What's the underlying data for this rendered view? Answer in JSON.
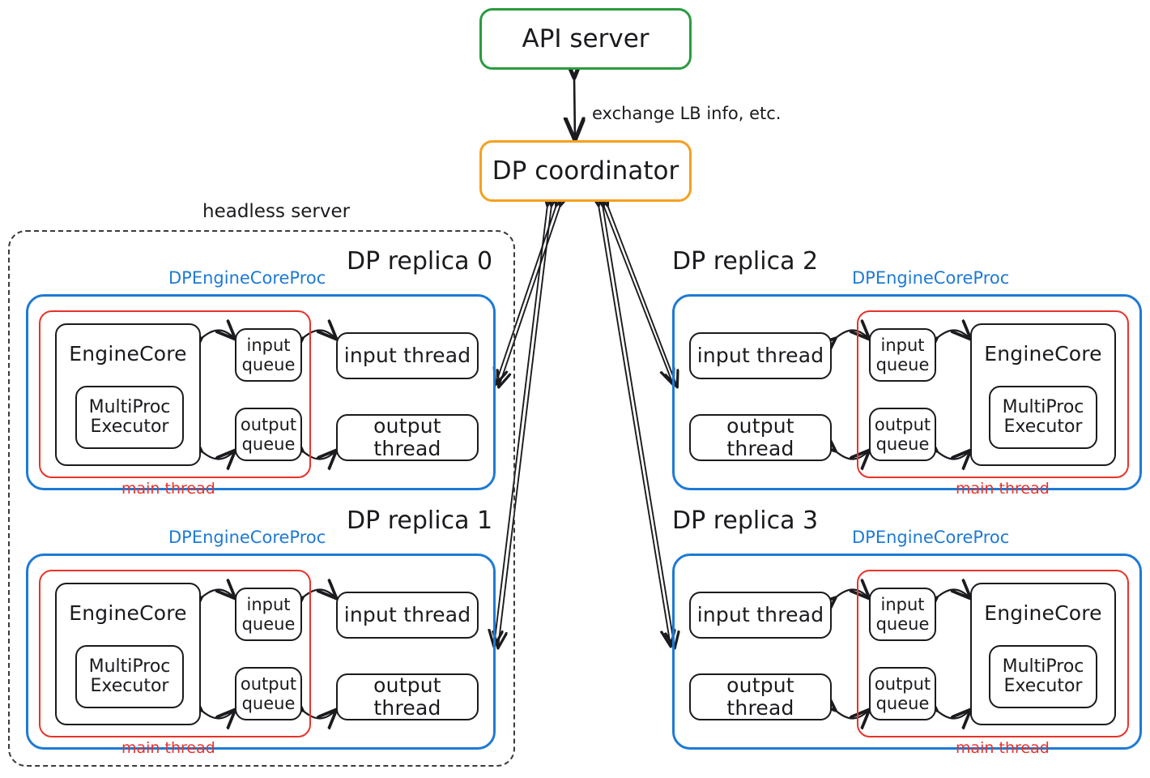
{
  "diagram": {
    "title_nodes": {
      "api_server": "API server",
      "dp_coordinator": "DP coordinator"
    },
    "edge_labels": {
      "coordinator_api": "exchange LB info, etc."
    },
    "boundary": {
      "headless_server": "headless server"
    },
    "colors": {
      "api_border": "#2b9b3f",
      "coordinator_border": "#f5a020",
      "proc_border": "#1e7ad4",
      "main_thread_border": "#e8332a",
      "node_border": "#1b1b1f",
      "headless_border": "#3b3b3b",
      "background": "#ffffff"
    },
    "common_labels": {
      "proc": "DPEngineCoreProc",
      "main_thread": "main thread",
      "engine_core": "EngineCore",
      "multiproc_executor_line1": "MultiProc",
      "multiproc_executor_line2": "Executor",
      "input_queue_line1": "input",
      "input_queue_line2": "queue",
      "output_queue_line1": "output",
      "output_queue_line2": "queue",
      "input_thread": "input thread",
      "output_thread": "output thread"
    },
    "replicas": [
      {
        "id": 0,
        "title": "DP replica 0",
        "orientation": "engine-left",
        "inside_headless": true
      },
      {
        "id": 1,
        "title": "DP replica 1",
        "orientation": "engine-left",
        "inside_headless": true
      },
      {
        "id": 2,
        "title": "DP replica 2",
        "orientation": "engine-right",
        "inside_headless": false
      },
      {
        "id": 3,
        "title": "DP replica 3",
        "orientation": "engine-right",
        "inside_headless": false
      }
    ]
  }
}
